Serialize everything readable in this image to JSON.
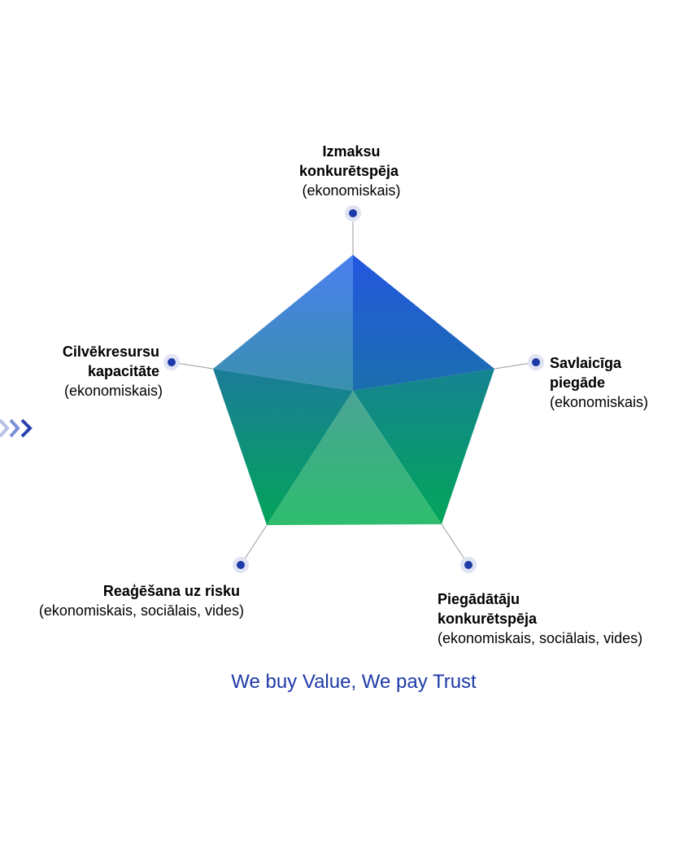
{
  "diagram": {
    "nodes": [
      {
        "id": "cost",
        "title_lines": [
          "Izmaksu",
          "konkurētspēja"
        ],
        "subtitle": "(ekonomiskais)"
      },
      {
        "id": "delivery",
        "title_lines": [
          "Savlaicīga",
          "piegāde"
        ],
        "subtitle": "(ekonomiskais)"
      },
      {
        "id": "supplier",
        "title_lines": [
          "Piegādātāju",
          "konkurētspēja"
        ],
        "subtitle": "(ekonomiskais, sociālais, vides)"
      },
      {
        "id": "risk",
        "title_lines": [
          "Reaģēšana uz risku"
        ],
        "subtitle": "(ekonomiskais, sociālais, vides)"
      },
      {
        "id": "hr",
        "title_lines": [
          "Cilvēkresursu",
          "kapacitāte"
        ],
        "subtitle": "(ekonomiskais)"
      }
    ],
    "colors": {
      "dot": "#1e3aa8",
      "dot_halo": "#dfe3f2",
      "connector": "#9a9a9a",
      "slogan": "#1e3aa8",
      "pentagon_top": "#2a5ee0",
      "pentagon_mid": "#128a8c",
      "pentagon_bottom": "#2fbf71",
      "chevron": "#2a3fb0"
    }
  },
  "slogan": "We buy Value, We pay Trust"
}
